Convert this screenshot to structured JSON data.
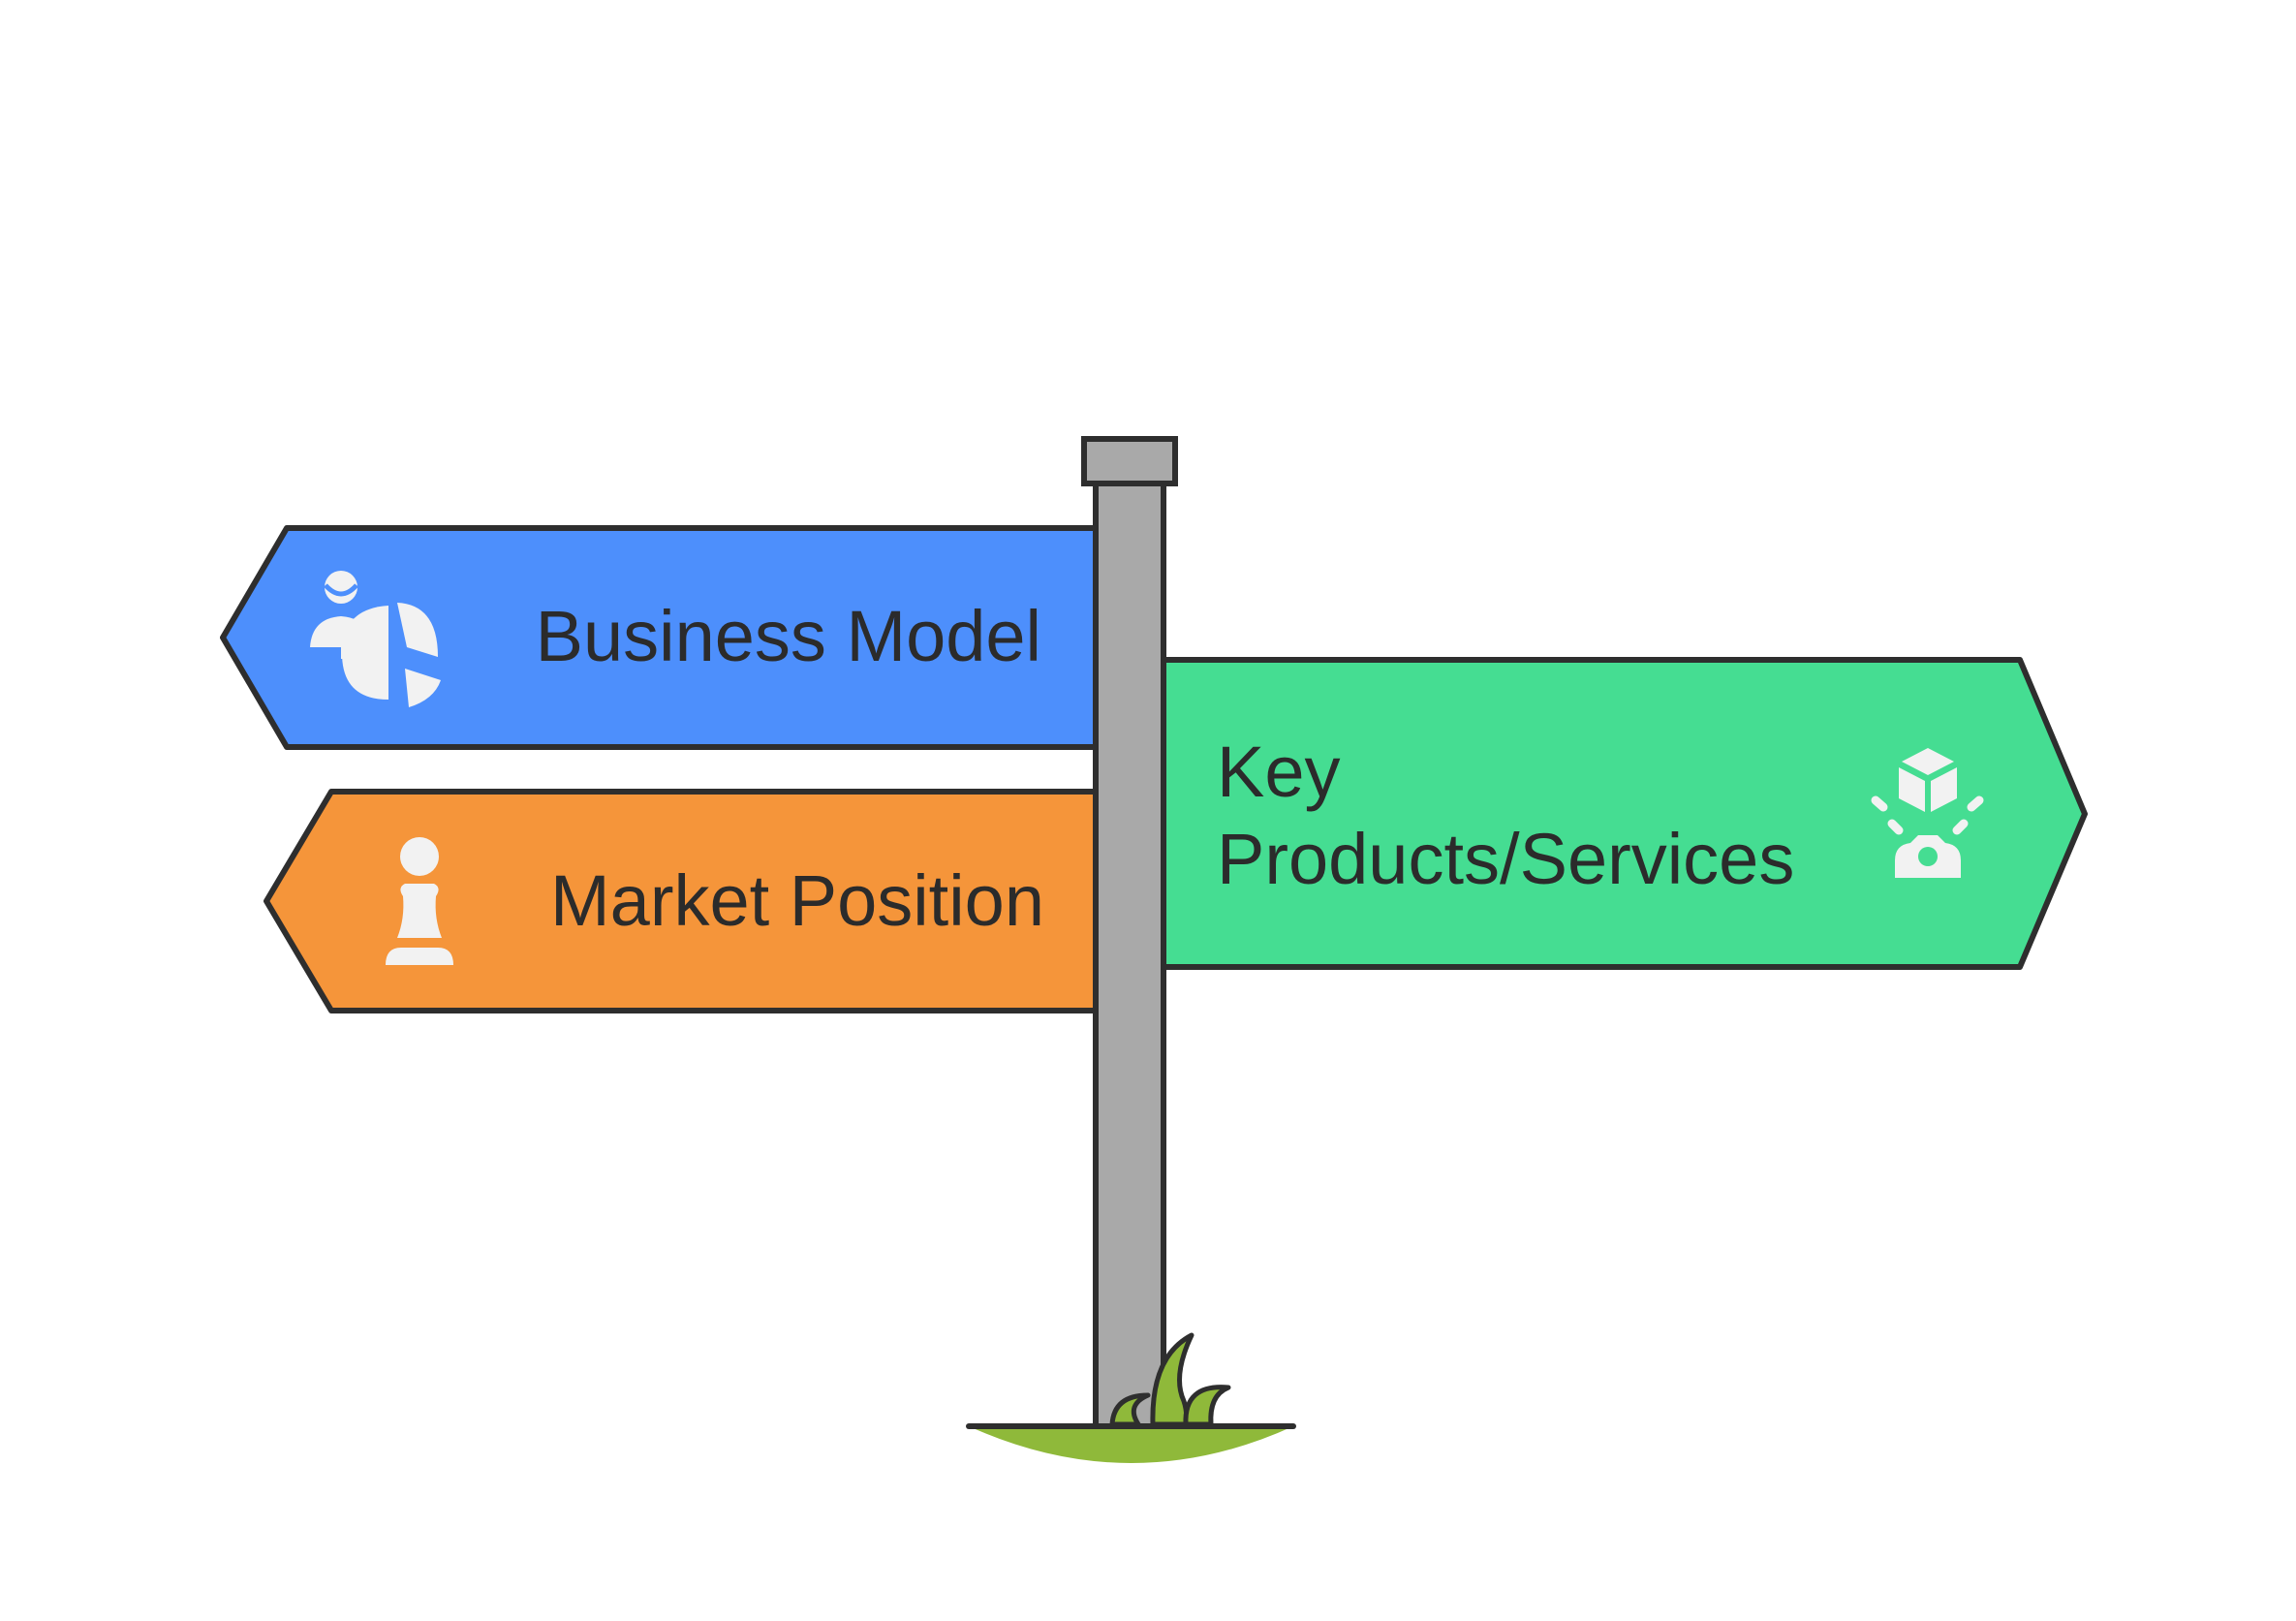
{
  "colors": {
    "background": "#ffffff",
    "outline": "#2e2e2e",
    "post": "#a9a9a9",
    "grass": "#8fb93a",
    "icon": "#f2f2f2",
    "text": "#2b2b2b"
  },
  "signs": [
    {
      "id": "business-model",
      "label": "Business Model",
      "direction": "left",
      "color": "#4d8ffc",
      "icon": "person-pie-chart-icon"
    },
    {
      "id": "market-position",
      "label": "Market Position",
      "direction": "left",
      "color": "#f5953a",
      "icon": "chess-pawn-icon"
    },
    {
      "id": "key-products-services",
      "label_lines": [
        "Key",
        "Products/Services"
      ],
      "direction": "right",
      "color": "#45dd92",
      "icon": "hand-holding-box-icon"
    }
  ]
}
